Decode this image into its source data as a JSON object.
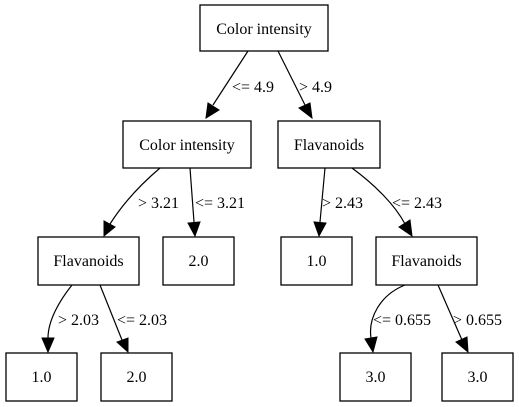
{
  "tree": {
    "nodes": {
      "root": "Color intensity",
      "left": "Color intensity",
      "right": "Flavanoids",
      "left_left": "Flavanoids",
      "left_right": "2.0",
      "right_left": "1.0",
      "right_right": "Flavanoids",
      "left_left_left": "1.0",
      "left_left_right": "2.0",
      "right_right_left": "3.0",
      "right_right_right": "3.0"
    },
    "edges": {
      "root_left": "<= 4.9",
      "root_right": "> 4.9",
      "left_left": "> 3.21",
      "left_right": "<= 3.21",
      "right_left": "> 2.43",
      "right_right": "<= 2.43",
      "left_left_left": "> 2.03",
      "left_left_right": "<= 2.03",
      "right_right_left": "<= 0.655",
      "right_right_right": "> 0.655"
    }
  }
}
